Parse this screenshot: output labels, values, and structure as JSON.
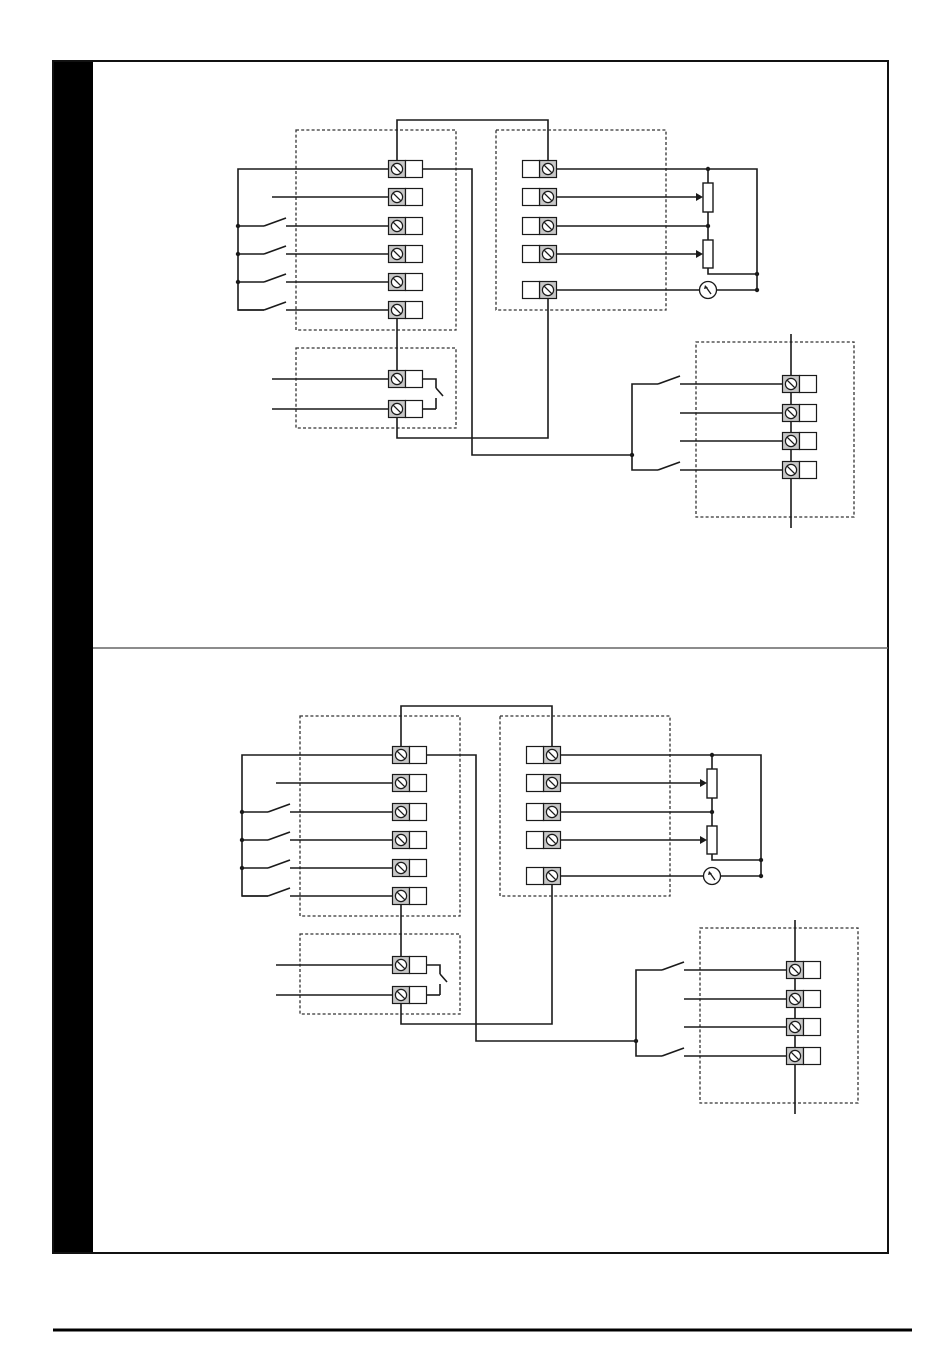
{
  "document": {
    "type": "wiring-diagram-page",
    "panel_count": 2,
    "colors": {
      "ink": "#1a1a1a",
      "side_tab": "#000000",
      "terminal_screw_fill": "#c8c8c8",
      "paper": "#ffffff"
    },
    "panels": [
      {
        "position": "top"
      },
      {
        "position": "bottom"
      }
    ],
    "symbols": [
      "screw-terminal-icon",
      "switch-contact-icon",
      "potentiometer-icon",
      "meter-icon",
      "junction-dot-icon"
    ]
  }
}
